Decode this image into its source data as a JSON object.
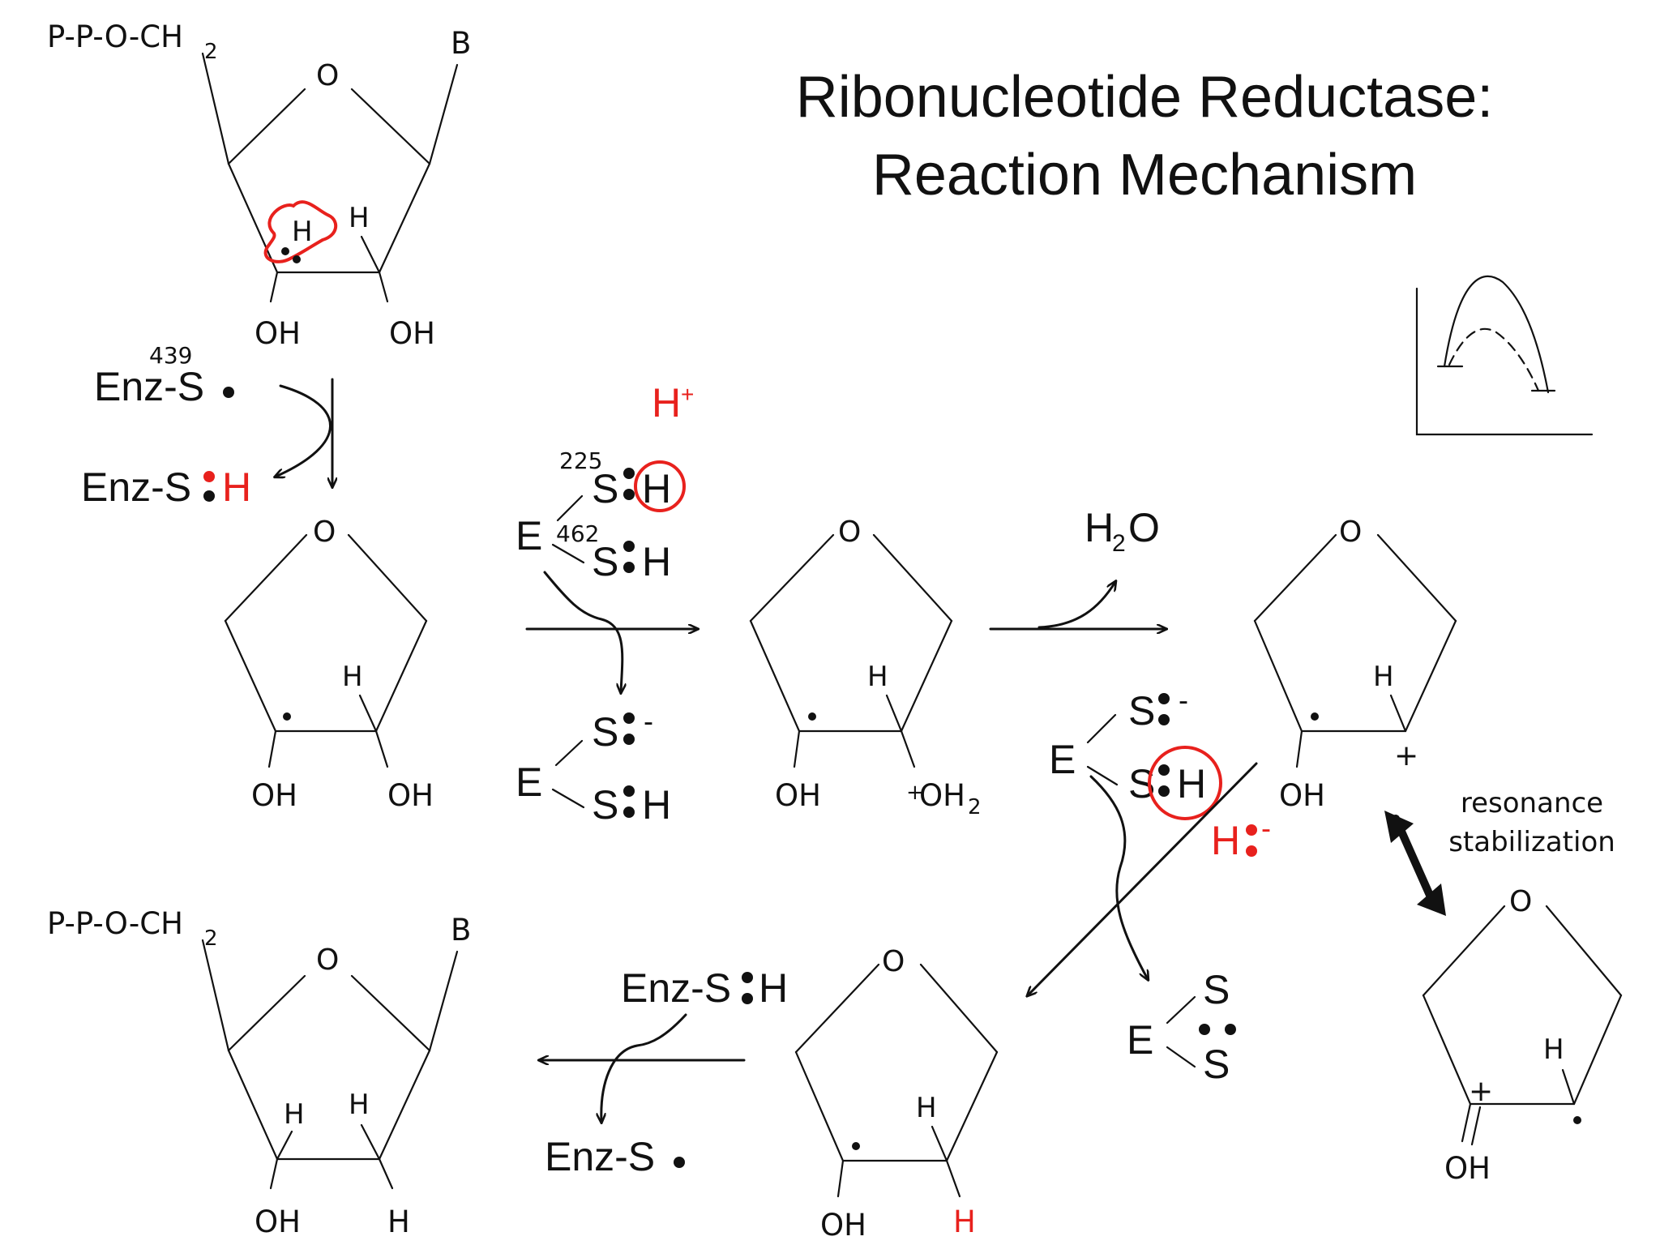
{
  "title": {
    "line1": "Ribonucleotide Reductase:",
    "line2": "Reaction Mechanism"
  },
  "labels": {
    "ppoch": "P-P-O-CH",
    "sub2": "2",
    "base": "B",
    "o": "O",
    "h": "H",
    "oh": "OH",
    "plus": "+",
    "minus": "-",
    "s": "S",
    "e": "E",
    "h2o_h": "H",
    "h2o_o": "O",
    "oh2_prefix": "+",
    "oh2_main": "OH",
    "enz_s": "Enz-S",
    "hplus_main": "H",
    "hplus_sup": "+",
    "res439": "439",
    "res225": "225",
    "res462": "462",
    "resonance_line1": "resonance",
    "resonance_line2": "stabilization"
  },
  "colors": {
    "ink": "#111111",
    "highlight": "#e8211d"
  }
}
